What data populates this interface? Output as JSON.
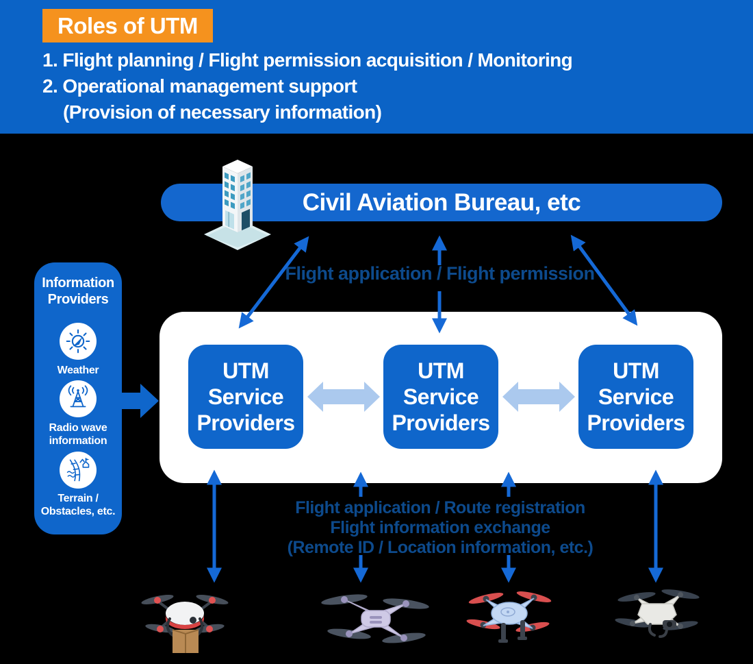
{
  "header": {
    "badge": "Roles of UTM",
    "lines": [
      "1. Flight planning / Flight permission acquisition / Monitoring",
      "2. Operational management support",
      "(Provision of necessary information)"
    ]
  },
  "diagram": {
    "cab_label": "Civil Aviation Bureau, etc",
    "cab_icon": "government-building-icon",
    "top_flow_label": "Flight application / Flight permission",
    "utm_boxes": [
      {
        "label": "UTM\nService\nProviders"
      },
      {
        "label": "UTM\nService\nProviders"
      },
      {
        "label": "UTM\nService\nProviders"
      }
    ],
    "info_providers": {
      "title": "Information\nProviders",
      "items": [
        {
          "icon": "weather-icon",
          "label": "Weather"
        },
        {
          "icon": "radio-tower-icon",
          "label": "Radio wave\ninformation"
        },
        {
          "icon": "terrain-icon",
          "label": "Terrain /\nObstacles, etc."
        }
      ]
    },
    "bottom_flow_labels": [
      "Flight application / Route registration",
      "Flight information exchange",
      "(Remote ID / Location information, etc.)"
    ],
    "drones": [
      "delivery-drone-icon",
      "lavender-quadcopter-icon",
      "blue-red-quadcopter-icon",
      "white-quadcopter-icon"
    ]
  },
  "colors": {
    "header_blue": "#0B63C6",
    "badge_orange": "#F5921E",
    "box_blue": "#0F66CB",
    "arrow_blue": "#1569D6",
    "label_navy": "#0D4A8C",
    "peer_arrow_light_blue": "#ABC9EE",
    "background": "#000000",
    "panel_white": "#FFFFFF"
  }
}
